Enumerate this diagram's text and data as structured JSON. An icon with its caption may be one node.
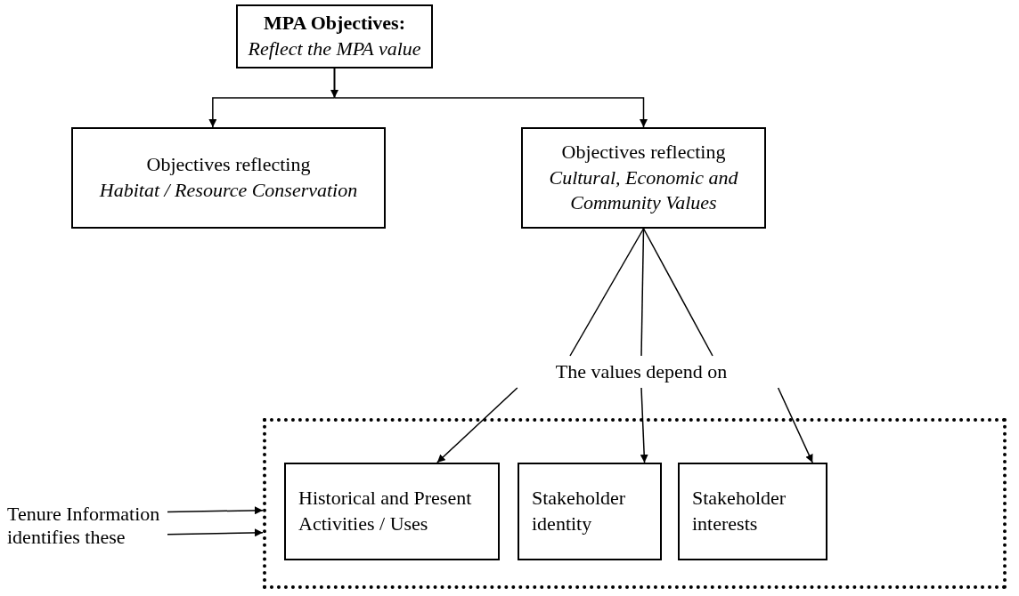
{
  "diagram": {
    "nodes": [
      {
        "text": [
          "MPA Objectives:",
          "Reflect the MPA value"
        ]
      },
      {
        "text": [
          "Objectives reflecting",
          "Habitat / Resource Conservation"
        ]
      },
      {
        "text": [
          "Objectives reflecting",
          "Cultural, Economic and Community Values"
        ]
      },
      {
        "text": [
          "The values depend on"
        ]
      },
      {
        "text": [],
        "shape": "box"
      },
      {
        "text": [
          "Historical and Present Activities / Uses"
        ],
        "in": 4
      },
      {
        "text": [
          "Stakeholder identity"
        ],
        "in": 4
      },
      {
        "text": [
          "Stakeholder interests"
        ],
        "in": 4
      },
      {
        "text": [
          "Tenure Information identifies these"
        ]
      }
    ],
    "edges": [
      {
        "from": 0,
        "to": 1,
        "arrow": "to"
      },
      {
        "from": 0,
        "to": 2,
        "arrow": "to"
      },
      {
        "from": 2,
        "to": 3,
        "arrow": "none"
      },
      {
        "from": 2,
        "to": 3,
        "arrow": "none"
      },
      {
        "from": 2,
        "to": 3,
        "arrow": "none"
      },
      {
        "from": 3,
        "to": 5,
        "arrow": "to"
      },
      {
        "from": 3,
        "to": 6,
        "arrow": "to"
      },
      {
        "from": 3,
        "to": 7,
        "arrow": "to"
      },
      {
        "from": 8,
        "to": 4,
        "arrow": "to"
      },
      {
        "from": 8,
        "to": 4,
        "arrow": "to"
      }
    ]
  }
}
